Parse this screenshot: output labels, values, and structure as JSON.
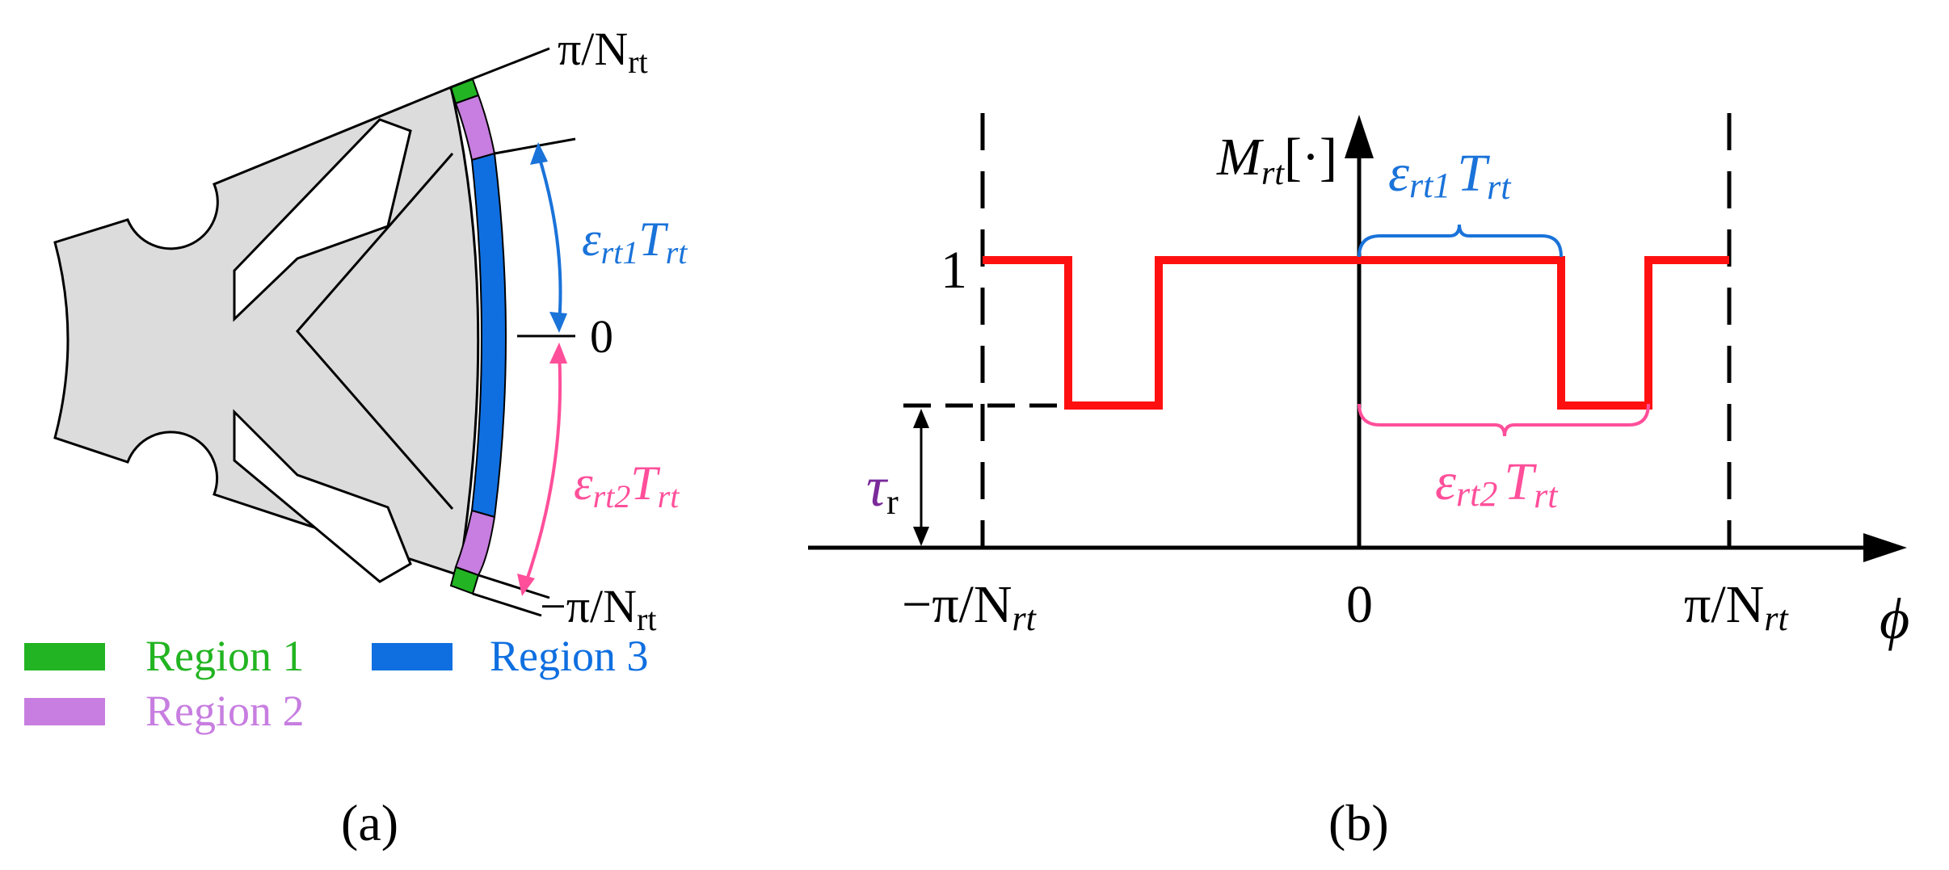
{
  "colors": {
    "region1": "#22b422",
    "region2": "#c77ee0",
    "region3": "#0f6fe0",
    "blue_annotation": "#1a73d9",
    "pink_annotation": "#ff4f9a",
    "red_curve": "#ff1010",
    "tau_color": "#7a2a9a",
    "body_fill": "#dcdcdc",
    "stroke": "#000000"
  },
  "panel_a": {
    "label_top": {
      "main": "π/N",
      "sub": "rt"
    },
    "label_zero": "0",
    "label_bottom": {
      "main": "−π/N",
      "sub": "rt"
    },
    "eps1": {
      "e": "ε",
      "sub": "rt1",
      "t": "T",
      "tsub": "rt"
    },
    "eps2": {
      "e": "ε",
      "sub": "rt2",
      "t": "T",
      "tsub": "rt"
    },
    "legend": [
      {
        "label": "Region 1",
        "color_key": "region1"
      },
      {
        "label": "Region 2",
        "color_key": "region2"
      },
      {
        "label": "Region 3",
        "color_key": "region3"
      }
    ],
    "caption": "(a)"
  },
  "panel_b": {
    "y_axis_label": {
      "main": "M",
      "sub": "rt",
      "bracket": "[·]"
    },
    "tick_one": "1",
    "tau_label": "τ",
    "tau_sub": "r",
    "eps1": {
      "e": "ε",
      "sub": "rt1",
      "t": "T",
      "tsub": "rt"
    },
    "eps2": {
      "e": "ε",
      "sub": "rt2",
      "t": "T",
      "tsub": "rt"
    },
    "x_tick_left": {
      "main": "−π/N",
      "sub": "rt"
    },
    "x_tick_zero": "0",
    "x_tick_right": {
      "main": "π/N",
      "sub": "rt"
    },
    "x_axis_label": "ϕ",
    "caption": "(b)"
  }
}
